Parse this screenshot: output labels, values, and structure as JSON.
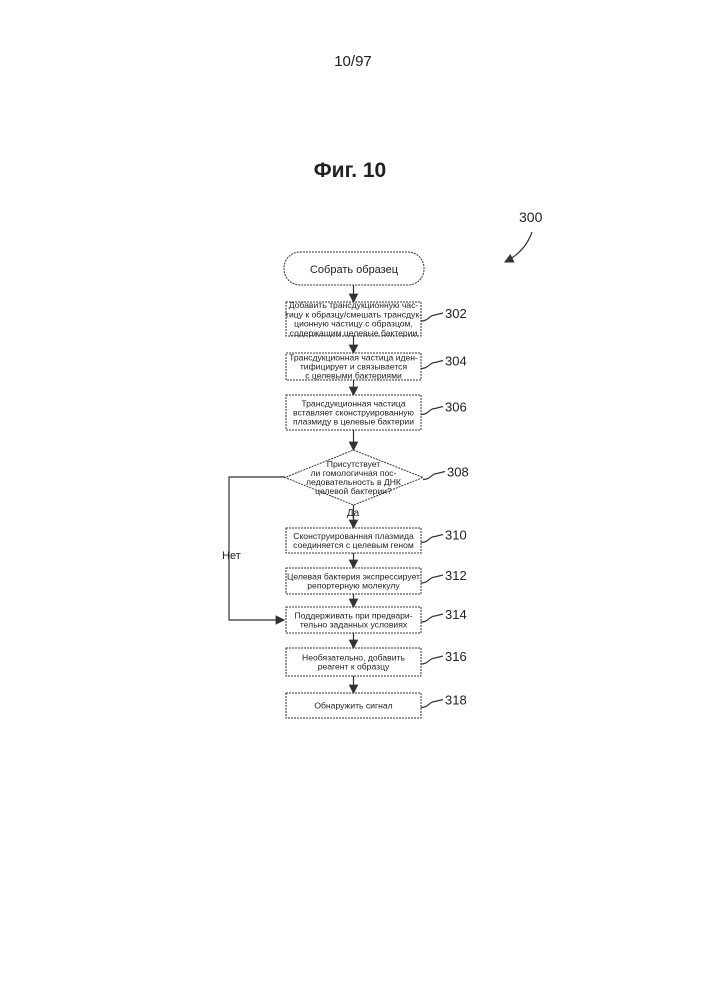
{
  "page_number": "10/97",
  "figure_title": "Фиг. 10",
  "diagram_ref": "300",
  "start": {
    "label": "Собрать образец"
  },
  "steps": [
    {
      "ref": "302",
      "lines": [
        "Добавить трансдукционную час-",
        "тицу к образцу/смешать трансдук-",
        "ционную частицу с образцом,",
        "содержащим целевые бактерии"
      ]
    },
    {
      "ref": "304",
      "lines": [
        "Трансдукционная частица иден-",
        "тифицирует и связывается",
        "с целевыми бактериями"
      ]
    },
    {
      "ref": "306",
      "lines": [
        "Трансдукционная частица",
        "вставляет сконструированную",
        "плазмиду в целевые бактерии"
      ]
    },
    {
      "ref": "308",
      "lines": [
        "Присутствует",
        "ли гомологичная пос-",
        "ледовательность в ДНК",
        "целевой бактерии?"
      ]
    },
    {
      "ref": "310",
      "lines": [
        "Сконструированная плазмида",
        "соединяется с целевым геном"
      ]
    },
    {
      "ref": "312",
      "lines": [
        "Целевая бактерия экспрессирует",
        "репортерную молекулу"
      ]
    },
    {
      "ref": "314",
      "lines": [
        "Поддерживать при предвари-",
        "тельно заданных условиях"
      ]
    },
    {
      "ref": "316",
      "lines": [
        "Необязательно, добавить",
        "реагент к образцу"
      ]
    },
    {
      "ref": "318",
      "lines": [
        "Обнаружить сигнал"
      ]
    }
  ],
  "branches": {
    "yes": "Да",
    "no": "Нет"
  }
}
